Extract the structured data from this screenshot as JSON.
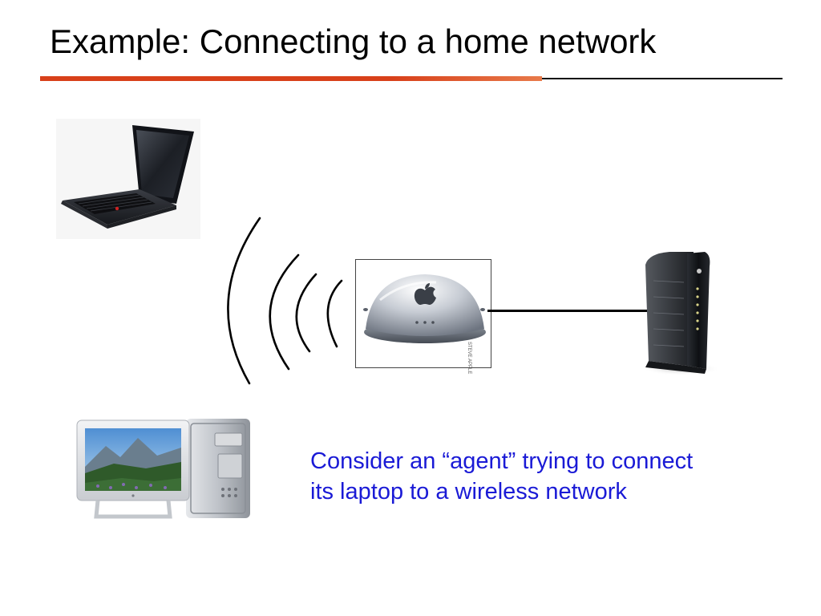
{
  "slide": {
    "title": "Example: Connecting to a home network",
    "caption_lines": [
      "Consider an “agent” trying to connect",
      "its laptop to a wireless network"
    ]
  },
  "figures": {
    "base_station_credit": "STEVE APPLE"
  },
  "colors": {
    "title_rule_accent": "#d8401a",
    "caption_text": "#1a1ad6"
  },
  "icons": {
    "laptop": "laptop-icon",
    "base_station": "wireless-base-station-icon",
    "modem": "cable-modem-icon",
    "desktop": "desktop-computer-icon",
    "waves": "wireless-signal-icon"
  }
}
